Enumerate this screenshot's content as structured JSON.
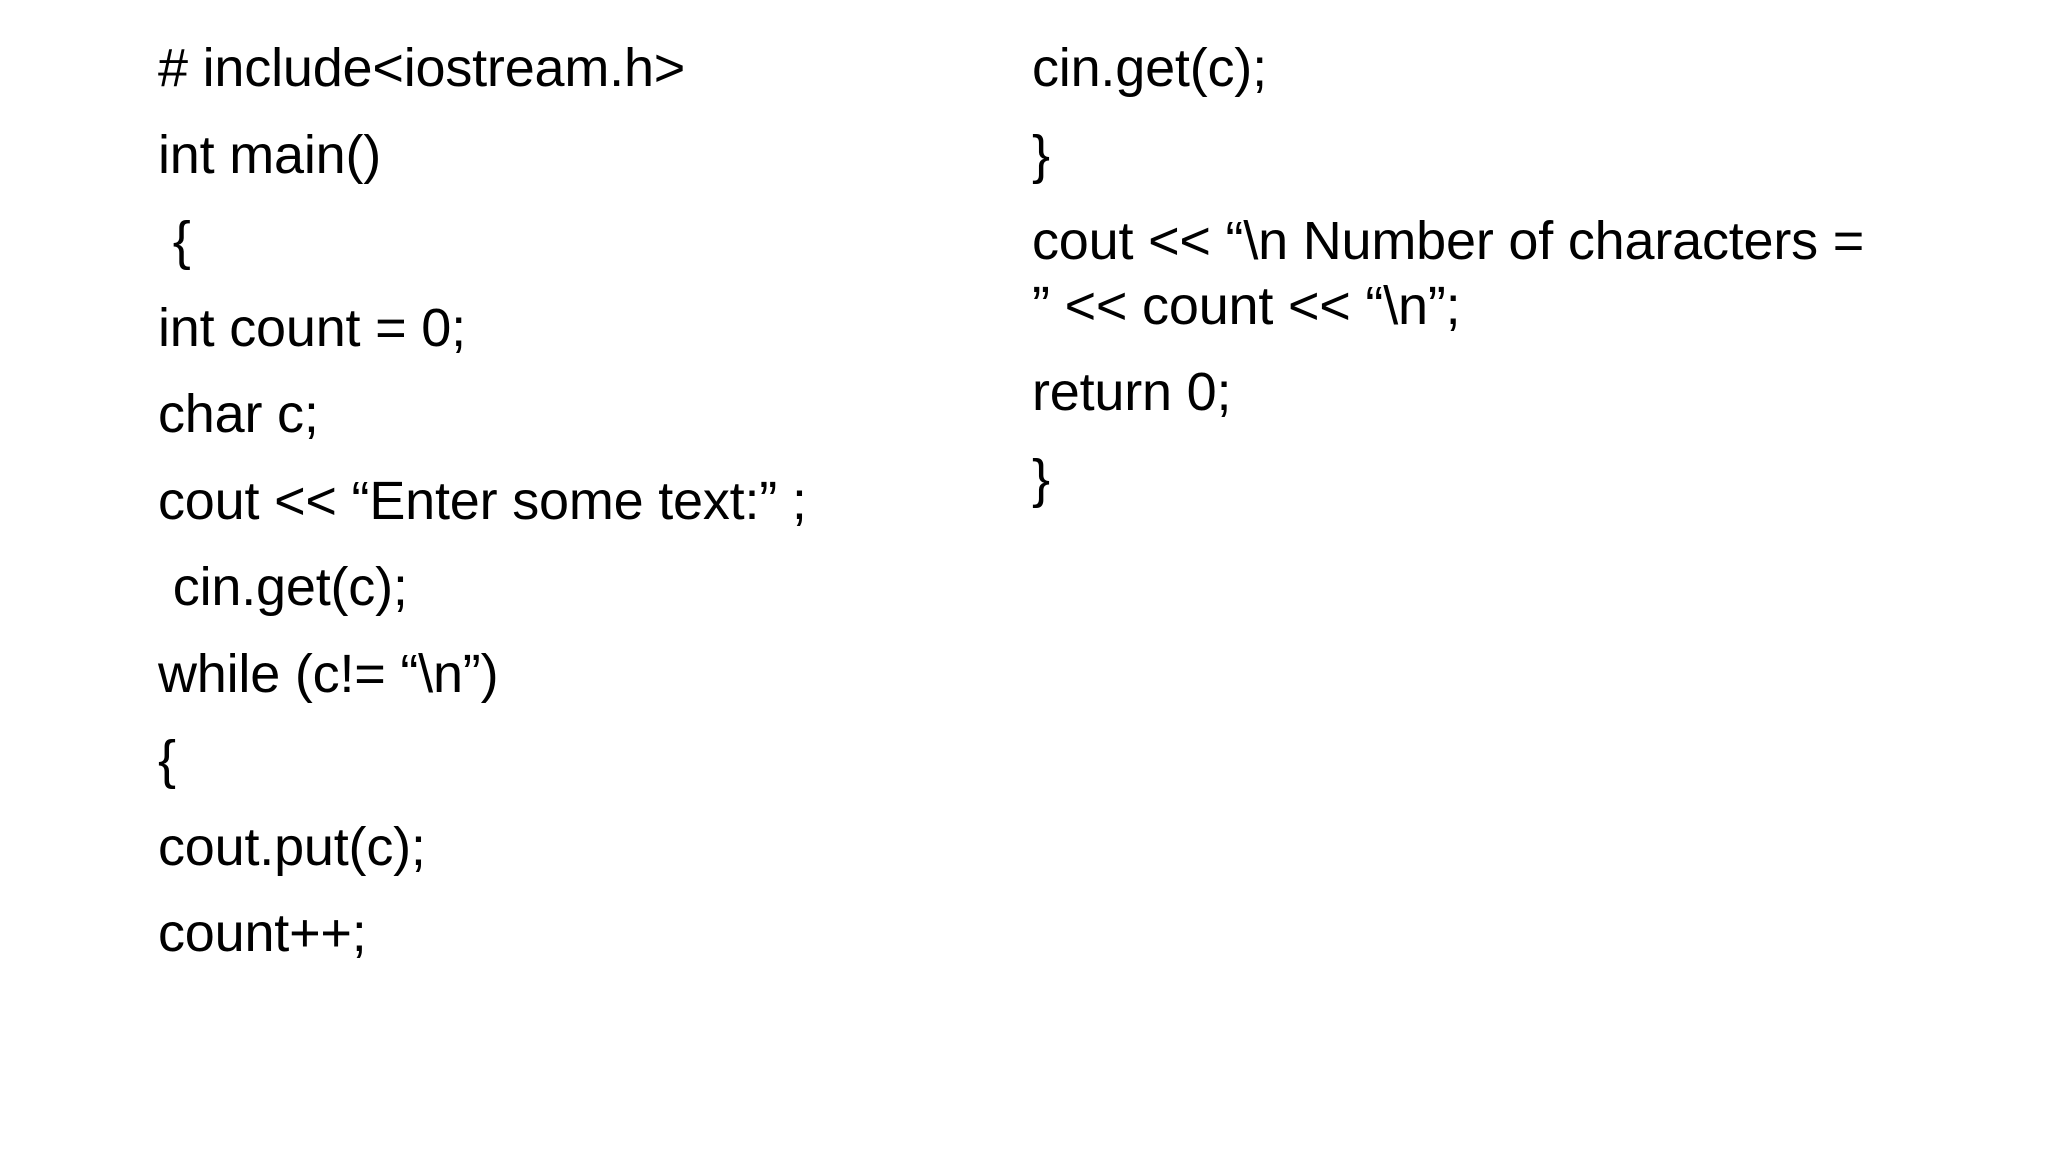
{
  "code": {
    "left_lines": [
      "# include<iostream.h>",
      "int main()",
      " {",
      "int count = 0;",
      "char c;",
      "cout << “Enter some text:” ;",
      " cin.get(c);",
      "while (c!= “\\n”)",
      "{",
      "cout.put(c);",
      "count++;"
    ],
    "right_lines": [
      "cin.get(c);",
      "}",
      "cout << “\\n Number of characters =",
      "” << count << “\\n”;",
      "return 0;",
      "}"
    ]
  }
}
